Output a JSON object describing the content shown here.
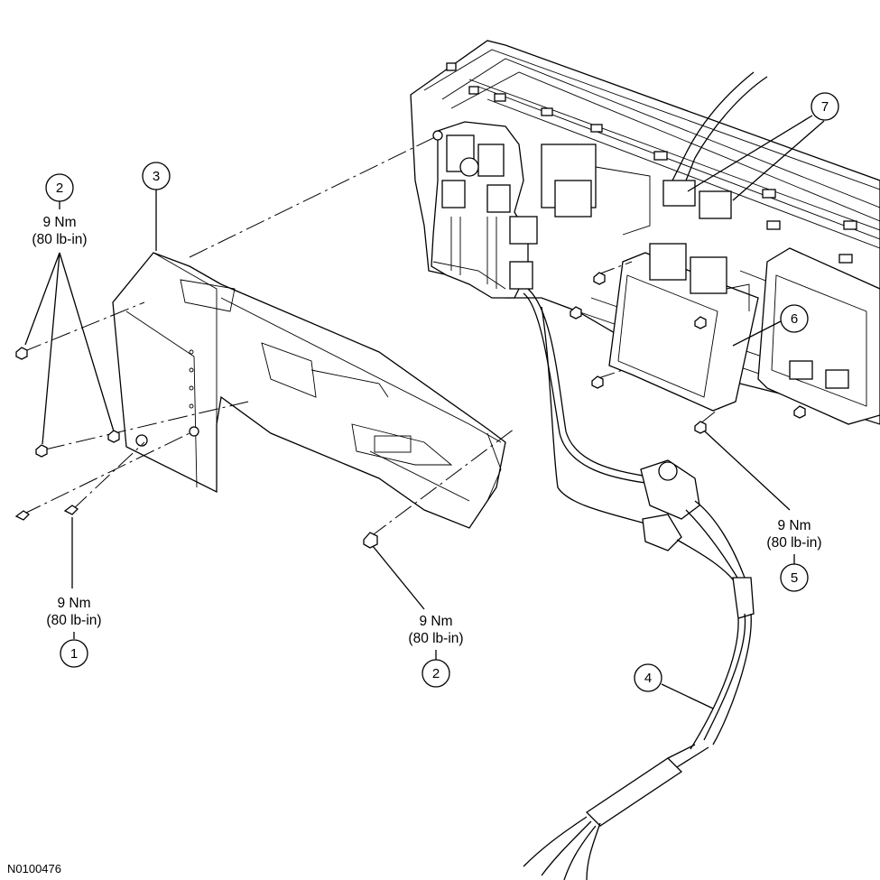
{
  "figure_id": "N0100476",
  "callouts": [
    {
      "id": "c2a",
      "number": "2",
      "torque_nm": "9 Nm",
      "torque_lbin": "(80 lb-in)"
    },
    {
      "id": "c3",
      "number": "3"
    },
    {
      "id": "c1",
      "number": "1",
      "torque_nm": "9 Nm",
      "torque_lbin": "(80 lb-in)"
    },
    {
      "id": "c2b",
      "number": "2",
      "torque_nm": "9 Nm",
      "torque_lbin": "(80 lb-in)"
    },
    {
      "id": "c4",
      "number": "4"
    },
    {
      "id": "c5",
      "number": "5",
      "torque_nm": "9 Nm",
      "torque_lbin": "(80 lb-in)"
    },
    {
      "id": "c6",
      "number": "6"
    },
    {
      "id": "c7",
      "number": "7"
    }
  ]
}
